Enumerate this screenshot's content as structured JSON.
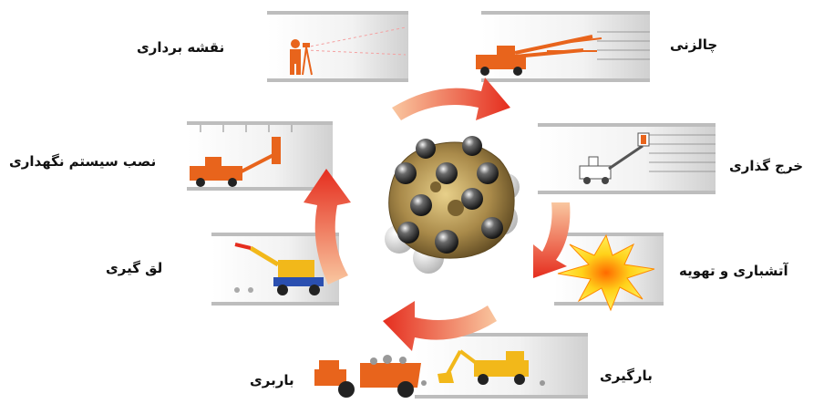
{
  "cycle": {
    "steps": [
      {
        "id": "drilling",
        "label": "چالزنی"
      },
      {
        "id": "charging",
        "label": "خرج گذاری"
      },
      {
        "id": "blasting",
        "label": "آتشباری و تهویه"
      },
      {
        "id": "loading",
        "label": "بارگیری"
      },
      {
        "id": "hauling",
        "label": "باربری"
      },
      {
        "id": "scaling",
        "label": "لق گیری"
      },
      {
        "id": "support",
        "label": "نصب سیستم نگهداری"
      },
      {
        "id": "surveying",
        "label": "نقشه برداری"
      }
    ],
    "colors": {
      "arrow_start": "#f7b88a",
      "arrow_end": "#e52d1e",
      "machine": "#e8641c",
      "machine_yellow": "#f2b81a",
      "tunnel": "#d9d9d9",
      "bit_metal": "#a98a4a",
      "explosion": "#ffd21a"
    }
  }
}
